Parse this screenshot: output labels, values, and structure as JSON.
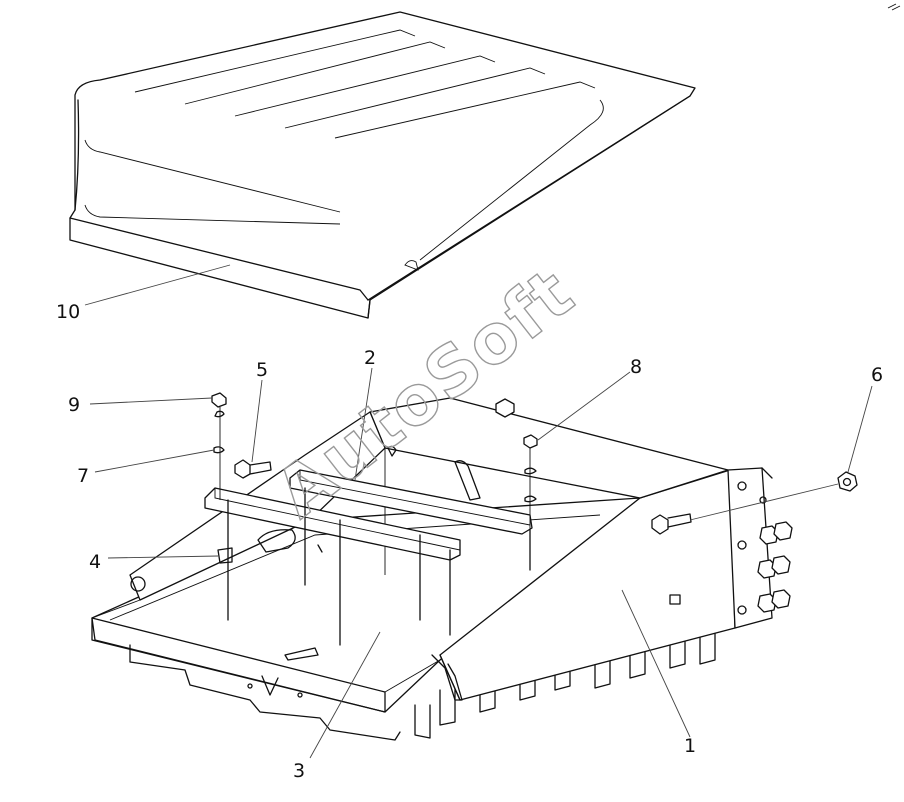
{
  "watermark": "AutoSoft",
  "callouts": [
    {
      "id": "c10",
      "label": "10"
    },
    {
      "id": "c2",
      "label": "2"
    },
    {
      "id": "c5",
      "label": "5"
    },
    {
      "id": "c8",
      "label": "8"
    },
    {
      "id": "c6",
      "label": "6"
    },
    {
      "id": "c9",
      "label": "9"
    },
    {
      "id": "c7",
      "label": "7"
    },
    {
      "id": "c4",
      "label": "4"
    },
    {
      "id": "c1",
      "label": "1"
    },
    {
      "id": "c3",
      "label": "3"
    }
  ],
  "colors": {
    "line": "#111111",
    "watermark": "#9a9a9a",
    "background": "#ffffff"
  }
}
